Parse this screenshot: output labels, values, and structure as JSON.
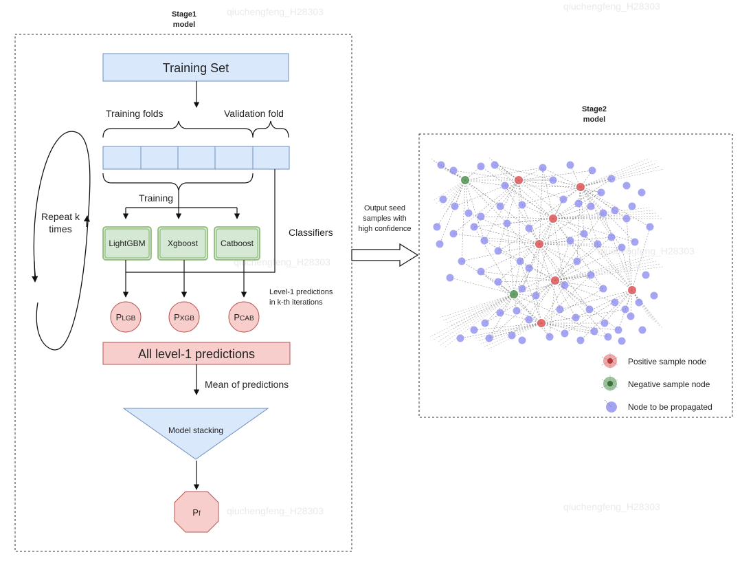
{
  "stage1": {
    "title_line1": "Stage1",
    "title_line2": "model"
  },
  "stage2": {
    "title_line1": "Stage2",
    "title_line2": "model"
  },
  "training_set": "Training Set",
  "training_folds": "Training folds",
  "validation_fold": "Validation fold",
  "training": "Training",
  "repeat_line1": "Repeat k",
  "repeat_line2": "times",
  "classifiers_label": "Classifiers",
  "classifiers": [
    "LightGBM",
    "Xgboost",
    "Catboost"
  ],
  "predictions": [
    {
      "base": "P",
      "sub": "LGB"
    },
    {
      "base": "P",
      "sub": "XGB"
    },
    {
      "base": "P",
      "sub": "CAB"
    }
  ],
  "level1_note_line1": "Level-1 predictions",
  "level1_note_line2": "in k-th iterations",
  "all_level1": "All level-1 predictions",
  "mean_of_predictions": "Mean of predictions",
  "model_stacking": "Model stacking",
  "final": {
    "base": "P",
    "sub": "f"
  },
  "output_line1": "Output seed",
  "output_line2": "samples with",
  "output_line3": "high confidence",
  "legend": [
    "Positive sample node",
    "Negative sample node",
    "Node to be propagated"
  ],
  "watermark": "qiuchengfeng_H28303",
  "colors": {
    "blue_fill": "#dae8fc",
    "blue_stroke": "#6c8ebf",
    "green_fill": "#d5e8d4",
    "green_stroke": "#82b366",
    "red_fill": "#f8cecc",
    "red_stroke": "#b85450",
    "node_blue": "#8c8cf0",
    "node_red": "#e06060",
    "node_green": "#5a9a5a"
  }
}
